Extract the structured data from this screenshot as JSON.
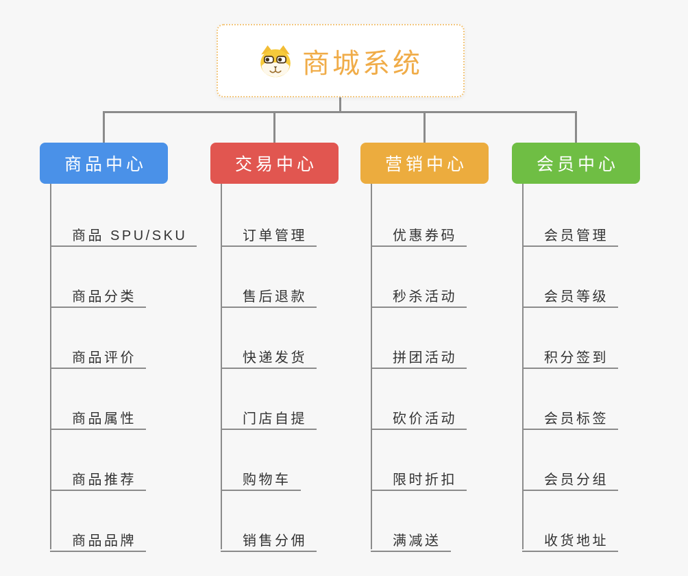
{
  "root": {
    "title": "商城系统",
    "icon": "shiba-dog",
    "title_color": "#F0AC48",
    "border_color": "#F3C77E"
  },
  "branches": [
    {
      "label": "商品中心",
      "color": "#4A91E8",
      "items": [
        "商品 SPU/SKU",
        "商品分类",
        "商品评价",
        "商品属性",
        "商品推荐",
        "商品品牌"
      ]
    },
    {
      "label": "交易中心",
      "color": "#E15650",
      "items": [
        "订单管理",
        "售后退款",
        "快递发货",
        "门店自提",
        "购物车",
        "销售分佣"
      ]
    },
    {
      "label": "营销中心",
      "color": "#ECAC3E",
      "items": [
        "优惠券码",
        "秒杀活动",
        "拼团活动",
        "砍价活动",
        "限时折扣",
        "满减送"
      ]
    },
    {
      "label": "会员中心",
      "color": "#6FBE44",
      "items": [
        "会员管理",
        "会员等级",
        "积分签到",
        "会员标签",
        "会员分组",
        "收货地址"
      ]
    }
  ],
  "connector_color": "#8B8B8B",
  "background_color": "#F7F7F7"
}
